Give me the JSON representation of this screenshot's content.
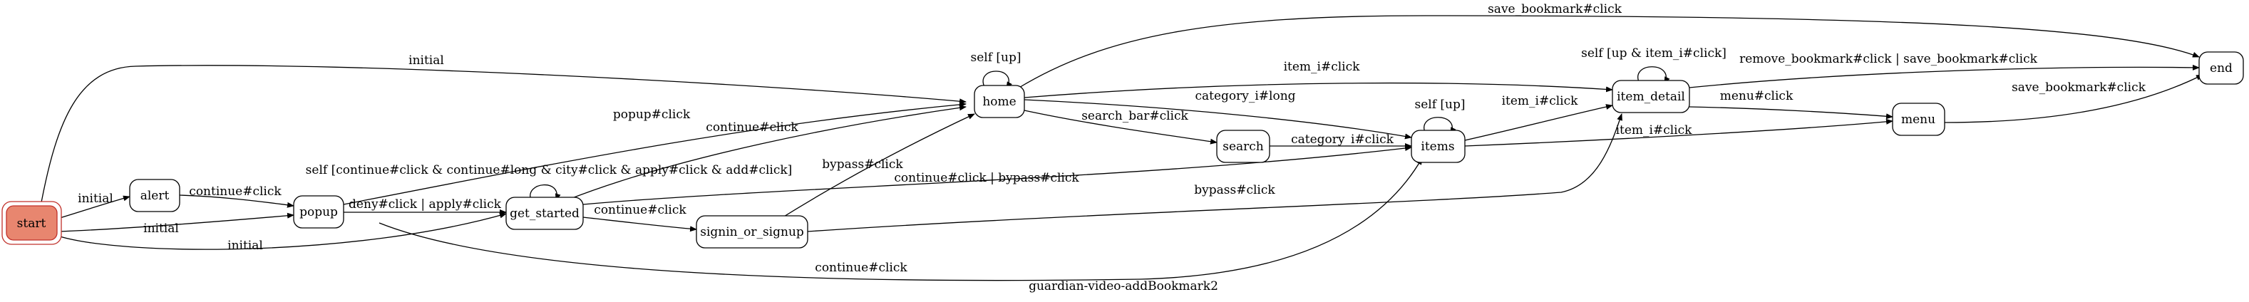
{
  "caption": "guardian-video-addBookmark2",
  "colors": {
    "start_fill": "#e8866f",
    "start_stroke": "#c0302a",
    "node_fill": "#ffffff",
    "edge": "#000000"
  },
  "nodes": {
    "start": "start",
    "alert": "alert",
    "popup": "popup",
    "get_started": "get_started",
    "signin_or_signup": "signin_or_signup",
    "home": "home",
    "search": "search",
    "items": "items",
    "item_detail": "item_detail",
    "menu": "menu",
    "end": "end"
  },
  "edges": {
    "start_home": "initial",
    "start_alert": "initial",
    "start_popup": "initial",
    "start_get_started": "initial",
    "alert_popup": "continue#click",
    "popup_home": "popup#click",
    "popup_get_started": "deny#click | apply#click",
    "popup_items": "continue#click",
    "get_started_self": "self [continue#click & continue#long & city#click & apply#click & add#click]",
    "get_started_home": "continue#click",
    "get_started_items": "continue#click | bypass#click",
    "get_started_signin": "continue#click",
    "signin_home": "bypass#click",
    "signin_item_detail": "bypass#click",
    "home_self": "self [up]",
    "home_end": "save_bookmark#click",
    "home_item_detail": "item_i#click",
    "home_items": "category_i#long",
    "home_search": "search_bar#click",
    "search_items": "category_i#click",
    "items_self": "self [up]",
    "items_item_detail": "item_i#click",
    "items_menu": "item_i#click",
    "item_detail_self": "self [up & item_i#click]",
    "item_detail_end": "remove_bookmark#click | save_bookmark#click",
    "item_detail_menu": "menu#click",
    "menu_end": "save_bookmark#click"
  }
}
